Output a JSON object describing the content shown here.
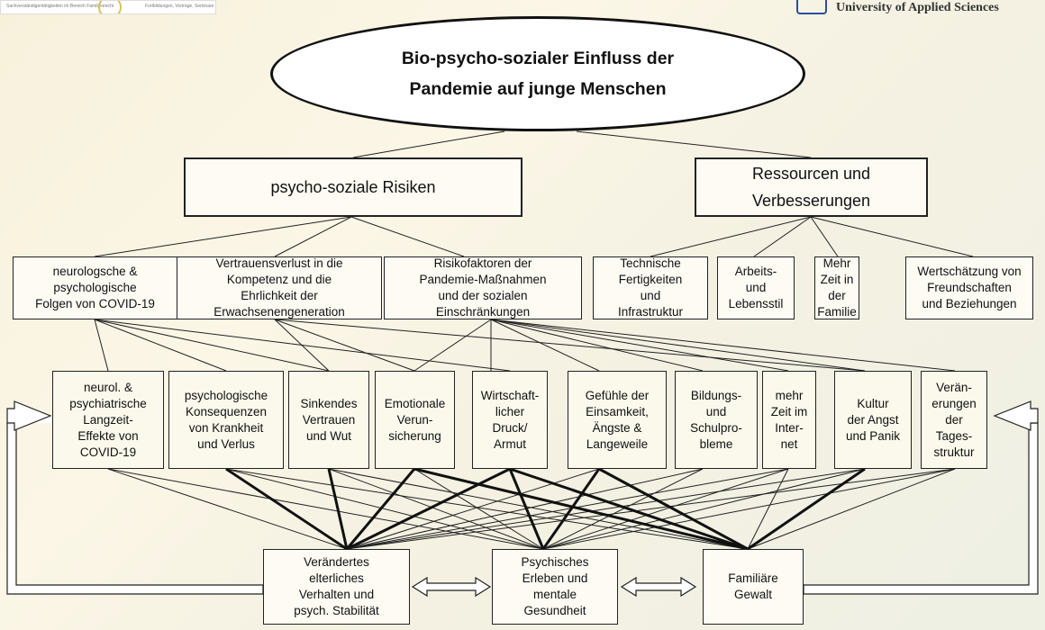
{
  "logos": {
    "left_text_a": "Sachverständigentätigkeiten im Bereich Familienrecht",
    "left_text_b": "Fortbildungen, Vorträge, Seminare",
    "right_text": "University of Applied Sciences"
  },
  "title": "Bio-psycho-sozialer  Einfluss  der\nPandemie auf junge Menschen",
  "level1": {
    "risks": "psycho-soziale Risiken",
    "resources": "Ressourcen und\nVerbesserungen"
  },
  "level2": [
    "neurologsche &\npsychologische\nFolgen von COVID-19",
    "Vertrauensverlust in die\nKompetenz und die\nEhrlichkeit der\nErwachsenengeneration",
    "Risikofaktoren der\nPandemie-Maßnahmen\nund der sozialen\nEinschränkungen",
    "Technische\nFertigkeiten\nund\nInfrastruktur",
    "Arbeits-\nund\nLebensstil",
    "Mehr\nZeit in\nder\nFamilie",
    "Wertschätzung von\nFreundschaften\nund Beziehungen"
  ],
  "level3": [
    "neurol. &\npsychiatrische\nLangzeit-\nEffekte von\nCOVID-19",
    "psychologische\nKonsequenzen\nvon Krankheit\nund Verlus",
    "Sinkendes\nVertrauen\nund Wut",
    "Emotionale\nVerun-\nsicherung",
    "Wirtschaft-\nlicher\nDruck/\nArmut",
    "Gefühle der\nEinsamkeit,\nÄngste &\nLangeweile",
    "Bildungs-\nund\nSchulpro-\nbleme",
    "mehr\nZeit im\nInter-\nnet",
    "Kultur\nder Angst\nund Panik",
    "Verän-\nerungen\nder\nTages-\nstruktur"
  ],
  "level4": [
    "Verändertes\nelterliches\nVerhalten und\npsych. Stabilität",
    "Psychisches\nErleben und\nmentale\nGesundheit",
    "Familiäre\nGewalt"
  ],
  "colors": {
    "line": "#222222",
    "box_border": "#222222",
    "background_warm": "#f7f1dc"
  }
}
